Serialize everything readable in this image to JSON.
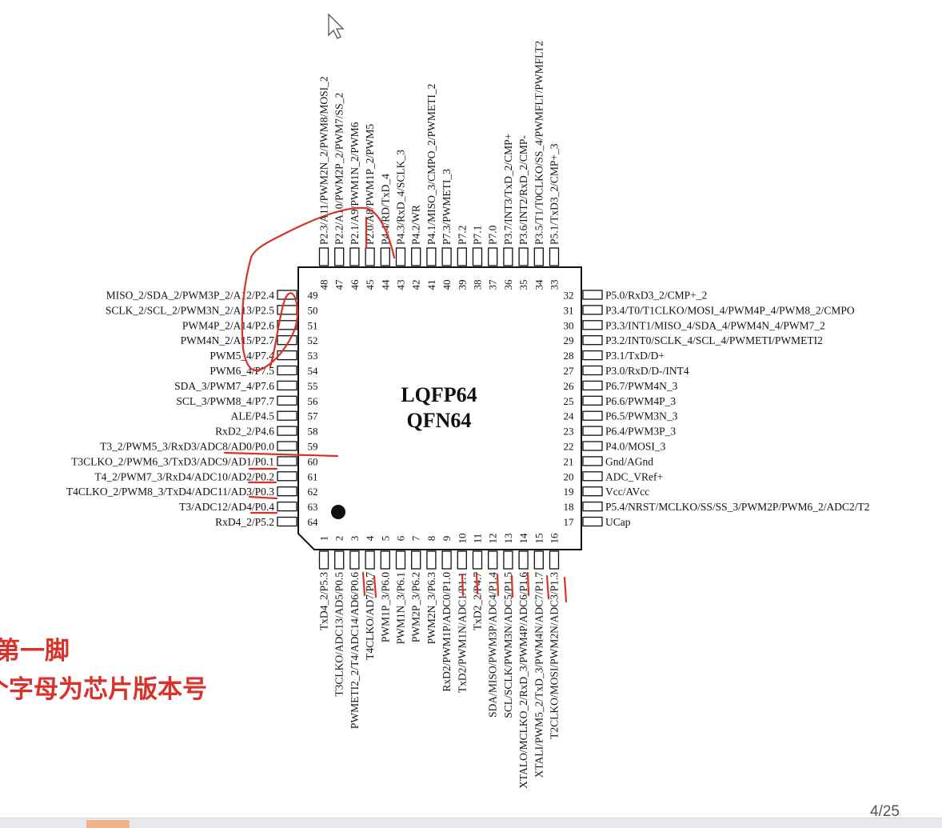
{
  "chip": {
    "title_line1": "LQFP64",
    "title_line2": "QFN64"
  },
  "pins_left": [
    {
      "n": "49",
      "label": "MISO_2/SDA_2/PWM3P_2/A12/P2.4"
    },
    {
      "n": "50",
      "label": "SCLK_2/SCL_2/PWM3N_2/A13/P2.5"
    },
    {
      "n": "51",
      "label": "PWM4P_2/A14/P2.6"
    },
    {
      "n": "52",
      "label": "PWM4N_2/A15/P2.7"
    },
    {
      "n": "53",
      "label": "PWM5_4/P7.4"
    },
    {
      "n": "54",
      "label": "PWM6_4/P7.5"
    },
    {
      "n": "55",
      "label": "SDA_3/PWM7_4/P7.6"
    },
    {
      "n": "56",
      "label": "SCL_3/PWM8_4/P7.7"
    },
    {
      "n": "57",
      "label": "ALE/P4.5"
    },
    {
      "n": "58",
      "label": "RxD2_2/P4.6"
    },
    {
      "n": "59",
      "label": "T3_2/PWM5_3/RxD3/ADC8/AD0/P0.0"
    },
    {
      "n": "60",
      "label": "T3CLKO_2/PWM6_3/TxD3/ADC9/AD1/P0.1"
    },
    {
      "n": "61",
      "label": "T4_2/PWM7_3/RxD4/ADC10/AD2/P0.2"
    },
    {
      "n": "62",
      "label": "T4CLKO_2/PWM8_3/TxD4/ADC11/AD3/P0.3"
    },
    {
      "n": "63",
      "label": "T3/ADC12/AD4/P0.4"
    },
    {
      "n": "64",
      "label": "RxD4_2/P5.2"
    }
  ],
  "pins_right": [
    {
      "n": "32",
      "label": "P5.0/RxD3_2/CMP+_2"
    },
    {
      "n": "31",
      "label": "P3.4/T0/T1CLKO/MOSI_4/PWM4P_4/PWM8_2/CMPO"
    },
    {
      "n": "30",
      "label": "P3.3/INT1/MISO_4/SDA_4/PWM4N_4/PWM7_2"
    },
    {
      "n": "29",
      "label": "P3.2/INT0/SCLK_4/SCL_4/PWMETI/PWMETI2"
    },
    {
      "n": "28",
      "label": "P3.1/TxD/D+"
    },
    {
      "n": "27",
      "label": "P3.0/RxD/D-/INT4"
    },
    {
      "n": "26",
      "label": "P6.7/PWM4N_3"
    },
    {
      "n": "25",
      "label": "P6.6/PWM4P_3"
    },
    {
      "n": "24",
      "label": "P6.5/PWM3N_3"
    },
    {
      "n": "23",
      "label": "P6.4/PWM3P_3"
    },
    {
      "n": "22",
      "label": "P4.0/MOSI_3"
    },
    {
      "n": "21",
      "label": "Gnd/AGnd"
    },
    {
      "n": "20",
      "label": "ADC_VRef+"
    },
    {
      "n": "19",
      "label": "Vcc/AVcc"
    },
    {
      "n": "18",
      "label": "P5.4/NRST/MCLKO/SS/SS_3/PWM2P/PWM6_2/ADC2/T2"
    },
    {
      "n": "17",
      "label": "UCap"
    }
  ],
  "pins_top": [
    {
      "n": "48",
      "label": "P2.3/A11/PWM2N_2/PWM8/MOSI_2"
    },
    {
      "n": "47",
      "label": "P2.2/A10/PWM2P_2/PWM7/SS_2"
    },
    {
      "n": "46",
      "label": "P2.1/A9/PWM1N_2/PWM6"
    },
    {
      "n": "45",
      "label": "P2.0/A8/PWM1P_2/PWM5"
    },
    {
      "n": "44",
      "label": "P4.4/RD/TxD_4"
    },
    {
      "n": "43",
      "label": "P4.3/RxD_4/SCLK_3"
    },
    {
      "n": "42",
      "label": "P4.2/WR"
    },
    {
      "n": "41",
      "label": "P4.1/MISO_3/CMPO_2/PWMETI_2"
    },
    {
      "n": "40",
      "label": "P7.3/PWMETI_3"
    },
    {
      "n": "39",
      "label": "P7.2"
    },
    {
      "n": "38",
      "label": "P7.1"
    },
    {
      "n": "37",
      "label": "P7.0"
    },
    {
      "n": "36",
      "label": "P3.7/INT3/TxD_2/CMP+"
    },
    {
      "n": "35",
      "label": "P3.6/INT2/RxD_2/CMP-"
    },
    {
      "n": "34",
      "label": "P3.5/T1/T0CLKO/SS_4/PWMFLT/PWMFLT2"
    },
    {
      "n": "33",
      "label": "P5.1/TxD3_2/CMP+_3"
    }
  ],
  "pins_bottom": [
    {
      "n": "1",
      "label": "TxD4_2/P5.3"
    },
    {
      "n": "2",
      "label": "T3CLKO/ADC13/AD5/P0.5"
    },
    {
      "n": "3",
      "label": "PWMETI2_2/T4/ADC14/AD6/P0.6"
    },
    {
      "n": "4",
      "label": "T4CLKO/AD7/P0.7"
    },
    {
      "n": "5",
      "label": "PWM1P_3/P6.0"
    },
    {
      "n": "6",
      "label": "PWM1N_3/P6.1"
    },
    {
      "n": "7",
      "label": "PWM2P_3/P6.2"
    },
    {
      "n": "8",
      "label": "PWM2N_3/P6.3"
    },
    {
      "n": "9",
      "label": "RxD2/PWM1P/ADC0/P1.0"
    },
    {
      "n": "10",
      "label": "TxD2/PWM1N/ADC1/P1.1"
    },
    {
      "n": "11",
      "label": "TxD2_2/P4.7"
    },
    {
      "n": "12",
      "label": "SDA/MISO/PWM3P/ADC4/P1.4"
    },
    {
      "n": "13",
      "label": "SCL/SCLK/PWM3N/ADC5/P1.5"
    },
    {
      "n": "14",
      "label": "XTALO/MCLKO_2/RxD_3/PWM4P/ADC6/P1.6"
    },
    {
      "n": "15",
      "label": "XTALI/PWM5_2/TxD_3/PWM4N/ADC7/P1.7"
    },
    {
      "n": "16",
      "label": "T2CLKO/MOSI/PWM2N/ADC3/P1.3"
    }
  ],
  "notes": {
    "line1": "第一脚",
    "line2": "个字母为芯片版本号"
  },
  "pager": "4/25",
  "colors": {
    "annotation": "#d8322a",
    "ink": "#111111",
    "pin_fill": "#ffffff"
  }
}
